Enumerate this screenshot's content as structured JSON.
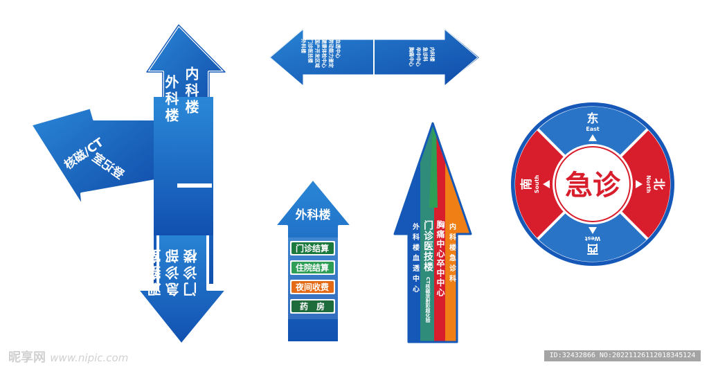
{
  "colors": {
    "blue": "#1558b8",
    "blue_light": "#2a86d6",
    "red": "#d81e2c",
    "green": "#2e9e57",
    "orange": "#f07f16",
    "teal": "#2f8b7a",
    "dark_green": "#1e6b3c",
    "sign_green": "#1d7a3f",
    "sign_orange": "#e46a15"
  },
  "sign1": {
    "up_text_a": "外科楼",
    "up_text_b": "内科楼",
    "left_text_a": "核磁/CT",
    "left_text_b": "登记室",
    "down_text_a": "门诊楼",
    "down_text_b": "急诊部",
    "down_text_c": "观察室"
  },
  "sign2": {
    "left_lines": [
      "外科楼",
      "门诊医技楼",
      "国产开发区域",
      "健康体检中心",
      "劳动能力鉴定",
      "血透中心"
    ],
    "right_lines": [
      "内科楼",
      "急诊科",
      "卒中中心",
      "胸痛中心"
    ]
  },
  "sign3": {
    "title": "外科楼",
    "items": [
      "门诊结算",
      "住院结算",
      "夜间收费",
      "药　房"
    ]
  },
  "sign4": {
    "col_a": "外科楼血透中心",
    "col_b_main": "门诊医技楼",
    "col_b_sub": "CT核磁放射彩超化验",
    "col_c": "胸痛中心卒中中心",
    "col_d": "内科楼急诊科"
  },
  "sign5": {
    "center": "急诊",
    "east": "东",
    "east_en": "East",
    "north": "北",
    "north_en": "North",
    "west": "西",
    "west_en": "West",
    "south": "南",
    "south_en": "South"
  },
  "watermark": {
    "brand": "昵享网",
    "url": "www.nipic.com",
    "id_text": "ID:32432866 NO:20221126112018345124"
  }
}
